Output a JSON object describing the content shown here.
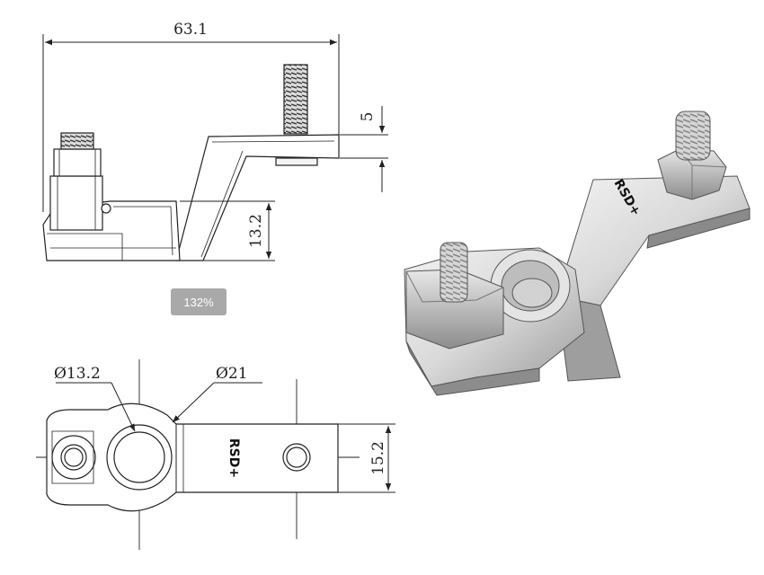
{
  "drawing": {
    "side_view": {
      "overall_length": "63.1",
      "plate_thickness": "5",
      "height": "13.2"
    },
    "top_view": {
      "bore_diameter": "Ø13.2",
      "outer_diameter": "Ø21",
      "width": "15.2",
      "marking": "RSD+"
    },
    "iso_view": {
      "marking": "RSD+"
    }
  },
  "viewer": {
    "zoom_label": "132%"
  }
}
